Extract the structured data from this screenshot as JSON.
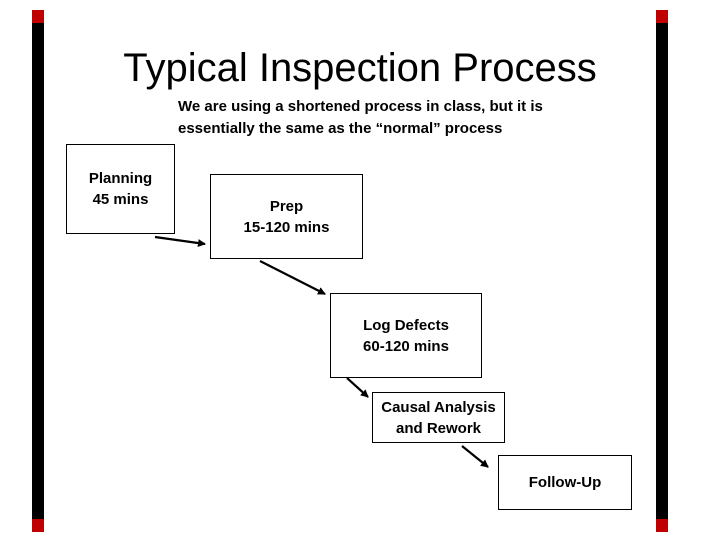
{
  "slide": {
    "title": "Typical Inspection Process",
    "subtitle": "We are using a shortened process in class, but it is\nessentially the same as the “normal” process",
    "boxes": [
      {
        "id": "planning",
        "line1": "Planning",
        "line2": "45 mins"
      },
      {
        "id": "prep",
        "line1": "Prep",
        "line2": "15-120 mins"
      },
      {
        "id": "log",
        "line1": "Log Defects",
        "line2": "60-120 mins"
      },
      {
        "id": "causal",
        "line1": "Causal Analysis",
        "line2": "and Rework"
      },
      {
        "id": "followup",
        "line1": "Follow-Up",
        "line2": ""
      }
    ],
    "flow_order": [
      "Planning",
      "Prep",
      "Log Defects",
      "Causal Analysis and Rework",
      "Follow-Up"
    ],
    "colors": {
      "background": "#ffffff",
      "text": "#000000",
      "box_border": "#000000",
      "side_bar": "#000000",
      "accent": "#c00000"
    }
  }
}
